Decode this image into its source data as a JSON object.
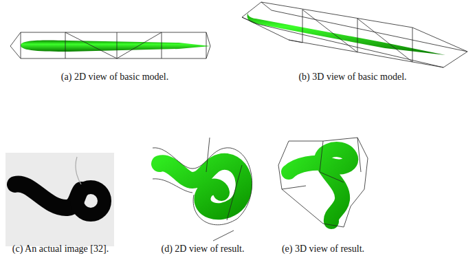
{
  "diagram": {
    "labels": [
      "(a) 2D view of basic model.",
      "(b) 3D view of basic model.",
      "(c) An actual image [32].",
      "(d) 2D view of result.",
      "(e) 3D view of result."
    ]
  }
}
